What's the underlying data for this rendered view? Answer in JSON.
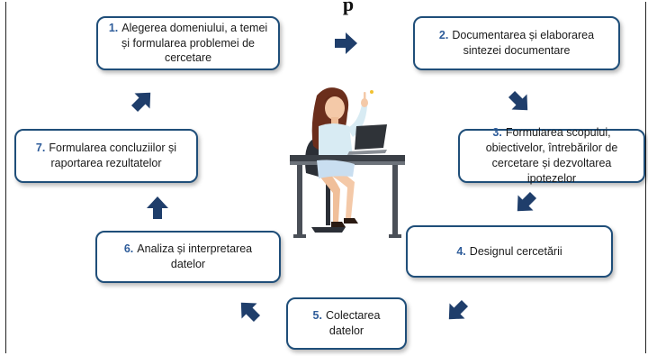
{
  "title_fragment": "p",
  "colors": {
    "border": "#1f4e79",
    "number": "#2e5c9a",
    "arrow": "#1f3e6b"
  },
  "steps": [
    {
      "number": "1.",
      "lines": [
        "Alegerea domeniului, a temei",
        "și formularea problemei de",
        "cercetare"
      ]
    },
    {
      "number": "2.",
      "lines": [
        "Documentarea și elaborarea",
        "sintezei documentare"
      ]
    },
    {
      "number": "3.",
      "lines": [
        "Formularea scopului,",
        "obiectivelor, întrebărilor de",
        "cercetare și dezvoltarea ipotezelor"
      ]
    },
    {
      "number": "4.",
      "lines": [
        "Designul cercetării"
      ]
    },
    {
      "number": "5.",
      "lines": [
        "Colectarea",
        "datelor"
      ]
    },
    {
      "number": "6.",
      "lines": [
        "Analiza și interpretarea",
        "datelor"
      ]
    },
    {
      "number": "7.",
      "lines": [
        "Formularea concluziilor și",
        "raportarea rezultatelor"
      ]
    }
  ],
  "illustration": "woman-at-laptop-illustration",
  "arrows": [
    "arrow-right",
    "arrow-down-right",
    "arrow-down-left",
    "arrow-down-left",
    "arrow-left",
    "arrow-up",
    "arrow-up-right"
  ]
}
